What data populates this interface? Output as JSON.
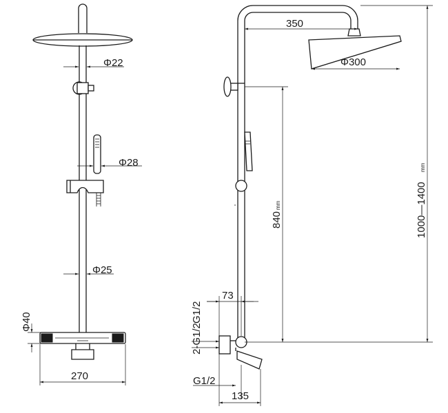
{
  "front_view": {
    "pipe_diameter": "Φ22",
    "handset_diameter": "Φ28",
    "riser_diameter": "Φ25",
    "mixer_diameter": "Φ40",
    "mixer_width": "270"
  },
  "side_view": {
    "arm_length": "350",
    "head_diameter": "Φ300",
    "slide_height": "840",
    "slide_unit": "mm",
    "total_height": "1000—1400",
    "total_unit": "mm",
    "wall_offset": "73",
    "inlet_top": "G1/2",
    "inlet_side": "2-G1/2",
    "outlet": "G1/2",
    "outlet_projection": "135"
  }
}
